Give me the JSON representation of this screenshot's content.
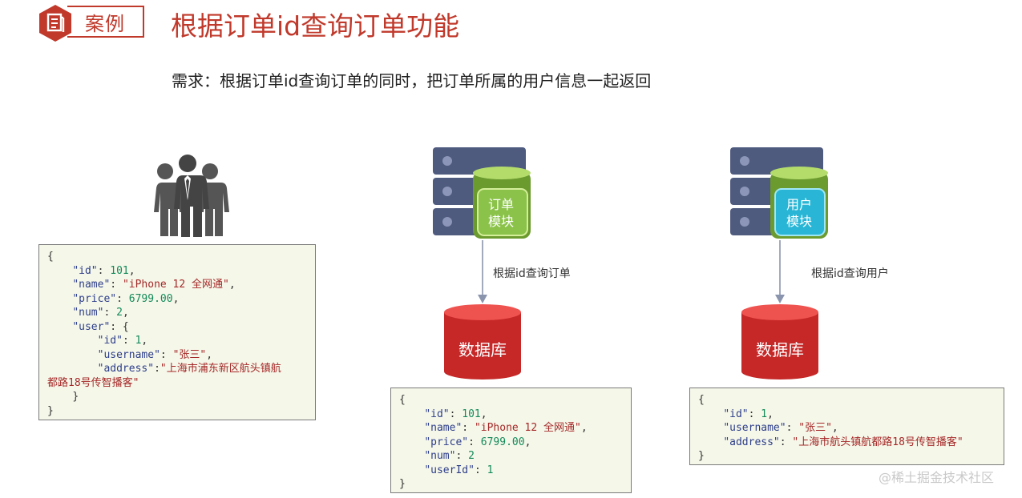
{
  "header": {
    "badge_label": "案例",
    "title": "根据订单id查询订单功能"
  },
  "requirement": "需求：根据订单id查询订单的同时，把订单所属的用户信息一起返回",
  "modules": {
    "order": {
      "line1": "订单",
      "line2": "模块"
    },
    "user": {
      "line1": "用户",
      "line2": "模块"
    }
  },
  "arrows": {
    "order_query": "根据id查询订单",
    "user_query": "根据id查询用户"
  },
  "databases": {
    "order_db": "数据库",
    "user_db": "数据库"
  },
  "result_json": {
    "open": "{",
    "id_key": "\"id\"",
    "id_val": "101",
    "name_key": "\"name\"",
    "name_val": "\"iPhone 12 全网通\"",
    "price_key": "\"price\"",
    "price_val": "6799.00",
    "num_key": "\"num\"",
    "num_val": "2",
    "user_key": "\"user\"",
    "uid_key": "\"id\"",
    "uid_val": "1",
    "uname_key": "\"username\"",
    "uname_val": "\"张三\"",
    "addr_key": "\"address\"",
    "addr_val_1": "\"上海市浦东新区航头镇航",
    "addr_val_2": "都路18号传智播客\"",
    "inner_close": "}",
    "close": "}"
  },
  "order_json": {
    "open": "{",
    "id_key": "\"id\"",
    "id_val": "101",
    "name_key": "\"name\"",
    "name_val": "\"iPhone 12 全网通\"",
    "price_key": "\"price\"",
    "price_val": "6799.00",
    "num_key": "\"num\"",
    "num_val": "2",
    "userid_key": "\"userId\"",
    "userid_val": "1",
    "close": "}"
  },
  "user_json": {
    "open": "{",
    "id_key": "\"id\"",
    "id_val": "1",
    "uname_key": "\"username\"",
    "uname_val": "\"张三\"",
    "addr_key": "\"address\"",
    "addr_val": "\"上海市航头镇航都路18号传智播客\"",
    "close": "}"
  },
  "watermark": "@稀土掘金技术社区",
  "colors": {
    "accent": "#c0392b",
    "json_key": "#2d3e8a",
    "json_number": "#138a5a",
    "json_string": "#a52828",
    "code_bg": "#f5f7e9",
    "server_body": "#4e5a7e",
    "order_module": "#8bc34a",
    "user_module": "#29b6d6",
    "database": "#c62828"
  },
  "icons": {
    "badge": "document-icon",
    "people": "users-group-icon",
    "server": "server-rack-icon",
    "database": "database-icon",
    "arrow": "arrow-down-icon"
  }
}
